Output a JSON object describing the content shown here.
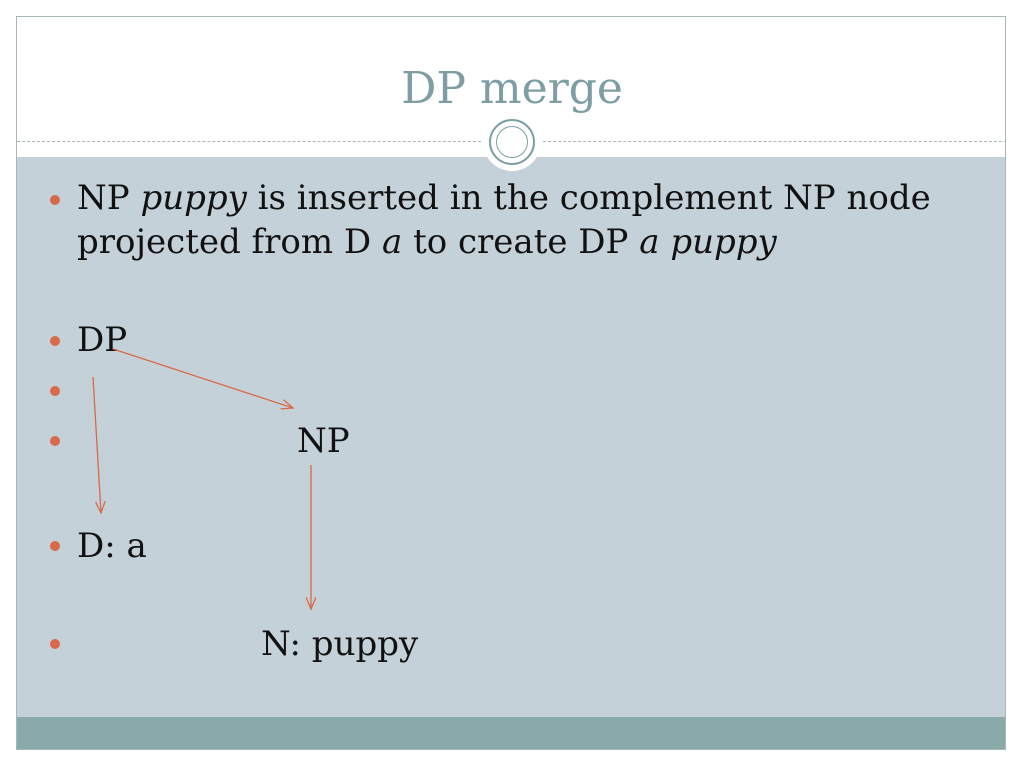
{
  "title": "DP merge",
  "colors": {
    "title": "#7f9ea3",
    "content_bg": "#c5d1d9",
    "footer": "#8aaaa9",
    "bullet": "#d9694b",
    "arrow": "#d9694b"
  },
  "intro": {
    "part1": "NP ",
    "part2_italic": "puppy",
    "part3": " is inserted in the complement NP node",
    "line2_part1": "projected from D ",
    "line2_part2_italic": "a",
    "line2_part3": " to create DP ",
    "line2_part4_italic": "a puppy"
  },
  "tree": {
    "dp": "DP",
    "np": "NP",
    "d": "D: a",
    "n": "N: puppy"
  }
}
